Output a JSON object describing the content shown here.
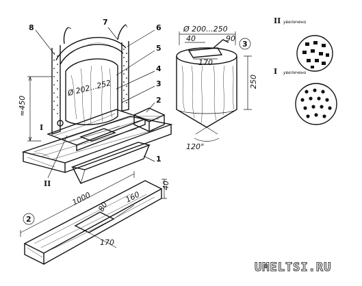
{
  "parts": {
    "p1": "1",
    "p2": "2",
    "p3": "3",
    "p4": "4",
    "p5": "5",
    "p6": "6",
    "p7": "7",
    "p8": "8"
  },
  "dimensions": {
    "height_main": "≈450",
    "blade_diameter": "Ø 202...252",
    "drum_diameter": "Ø 200...250",
    "drum_slot_a": "40",
    "drum_slot_b": "170",
    "drum_slot_c": "90",
    "drum_height": "250",
    "cone_angle": "120°",
    "base_length": "1000",
    "base_height": "40",
    "base_width": "160",
    "base_slot_w": "80",
    "base_slot_l": "170"
  },
  "views": {
    "view2": "2",
    "view3": "3",
    "detail_I": "I",
    "detail_II": "II",
    "zoom_II": "увеличено",
    "zoom_I": "увеличено"
  },
  "watermark": "UMELTSI.RU"
}
